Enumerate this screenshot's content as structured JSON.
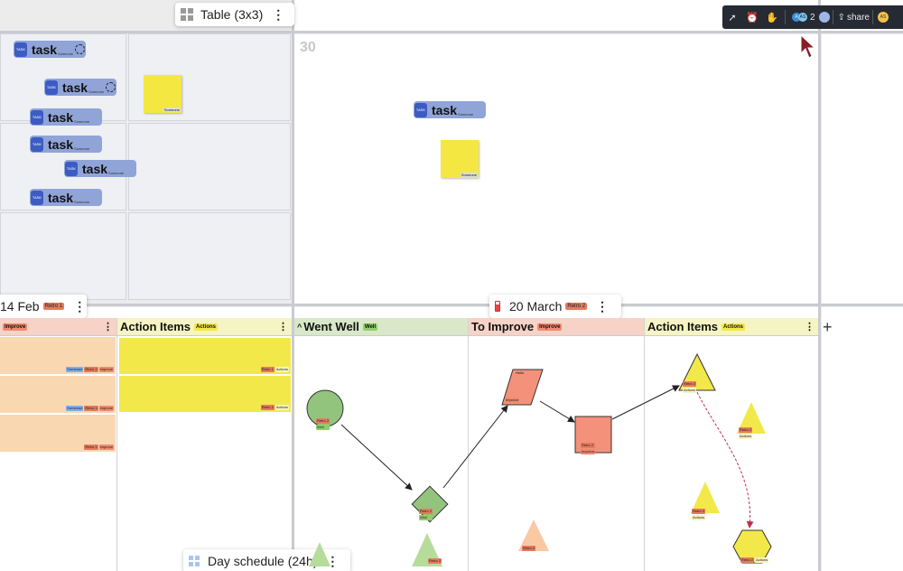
{
  "frames": {
    "table_tab": {
      "label": "Table (3x3)",
      "menu": "⋮"
    },
    "feb_tab": {
      "label": "14 Feb",
      "badge": "Retro 1",
      "menu": "⋮"
    },
    "march_tab": {
      "label": "20 March",
      "badge": "Retro 2",
      "menu": "⋮"
    },
    "schedule_tab": {
      "label": "Day schedule (24h)",
      "menu": "⋮"
    }
  },
  "day_numbers": {
    "top": "30"
  },
  "tasks": [
    {
      "label": "task",
      "sub": "Someone",
      "dot": "TASK"
    },
    {
      "label": "task",
      "sub": "Someone",
      "dot": "TASK"
    },
    {
      "label": "task",
      "sub": "Someone",
      "dot": "TASK"
    },
    {
      "label": "task",
      "sub": "Someone",
      "dot": "TASK"
    },
    {
      "label": "task",
      "sub": "Someone",
      "dot": "TASK"
    },
    {
      "label": "task",
      "sub": "Someone",
      "dot": "TASK"
    },
    {
      "label": "task",
      "sub": "Someone",
      "dot": "TASK"
    }
  ],
  "sticky_tag": "Someone",
  "left_retro": {
    "col1_tag": "Improve",
    "col2": {
      "title": "Action Items",
      "tag": "Actions"
    },
    "card_chips": [
      "Someone",
      "Retro 1",
      "Improve"
    ],
    "action_chips": [
      "Retro 1",
      "Actions"
    ]
  },
  "retro2": {
    "columns": [
      {
        "title": "Went Well",
        "tag": "Well",
        "color": "#d8e8c8",
        "tag_color": "#8fce6b"
      },
      {
        "title": "To Improve",
        "tag": "Improve",
        "color": "#f7d2c6",
        "tag_color": "#f08a6f"
      },
      {
        "title": "Action Items",
        "tag": "Actions",
        "color": "#f6f3c4",
        "tag_color": "#f2e84a"
      }
    ],
    "shape_chips": {
      "a": "Retro 2",
      "b": "Well",
      "c": "Improve",
      "d": "Actions"
    },
    "parallelogram_text": "Hello"
  },
  "toolbar": {
    "users_count": "2",
    "avatar1": "A",
    "avatar2": "AS",
    "avatar3": "AS",
    "share_label": "share"
  },
  "add_column": "+"
}
